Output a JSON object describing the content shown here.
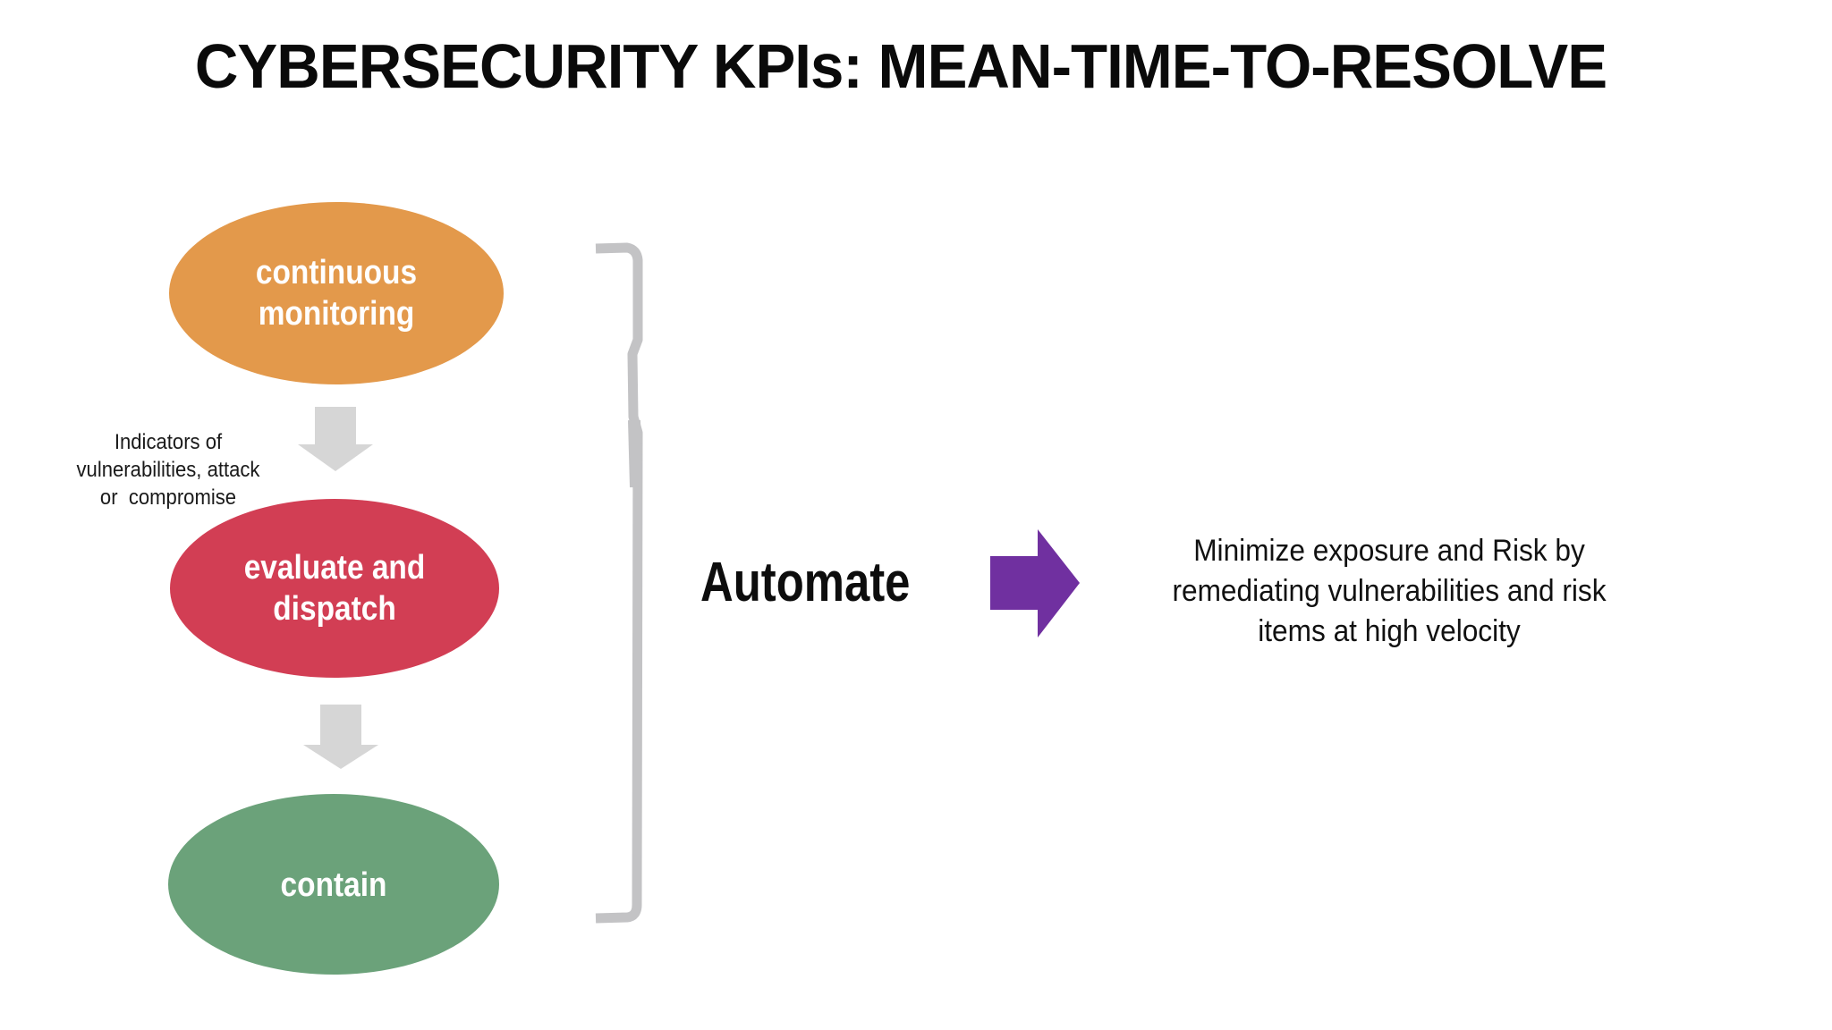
{
  "slide": {
    "title": "CYBERSECURITY KPIs: MEAN-TIME-TO-RESOLVE",
    "pipeline": {
      "steps": [
        {
          "label": "continuous\nmonitoring",
          "color": "#E3994B"
        },
        {
          "label": "evaluate and\ndispatch",
          "color": "#D23E54"
        },
        {
          "label": "contain",
          "color": "#6BA27A"
        }
      ],
      "connector_color": "#D6D6D6",
      "side_note": "Indicators of\nvulnerabilities, attack\nor  compromise",
      "bracket_color": "#C3C3C5"
    },
    "automation": {
      "label": "Automate",
      "arrow_color": "#7030A0",
      "outcome": "Minimize exposure and Risk by\nremediating vulnerabilities and risk\nitems at high velocity"
    },
    "background": "#FFFFFF",
    "text_color": "#0D0D0D"
  }
}
